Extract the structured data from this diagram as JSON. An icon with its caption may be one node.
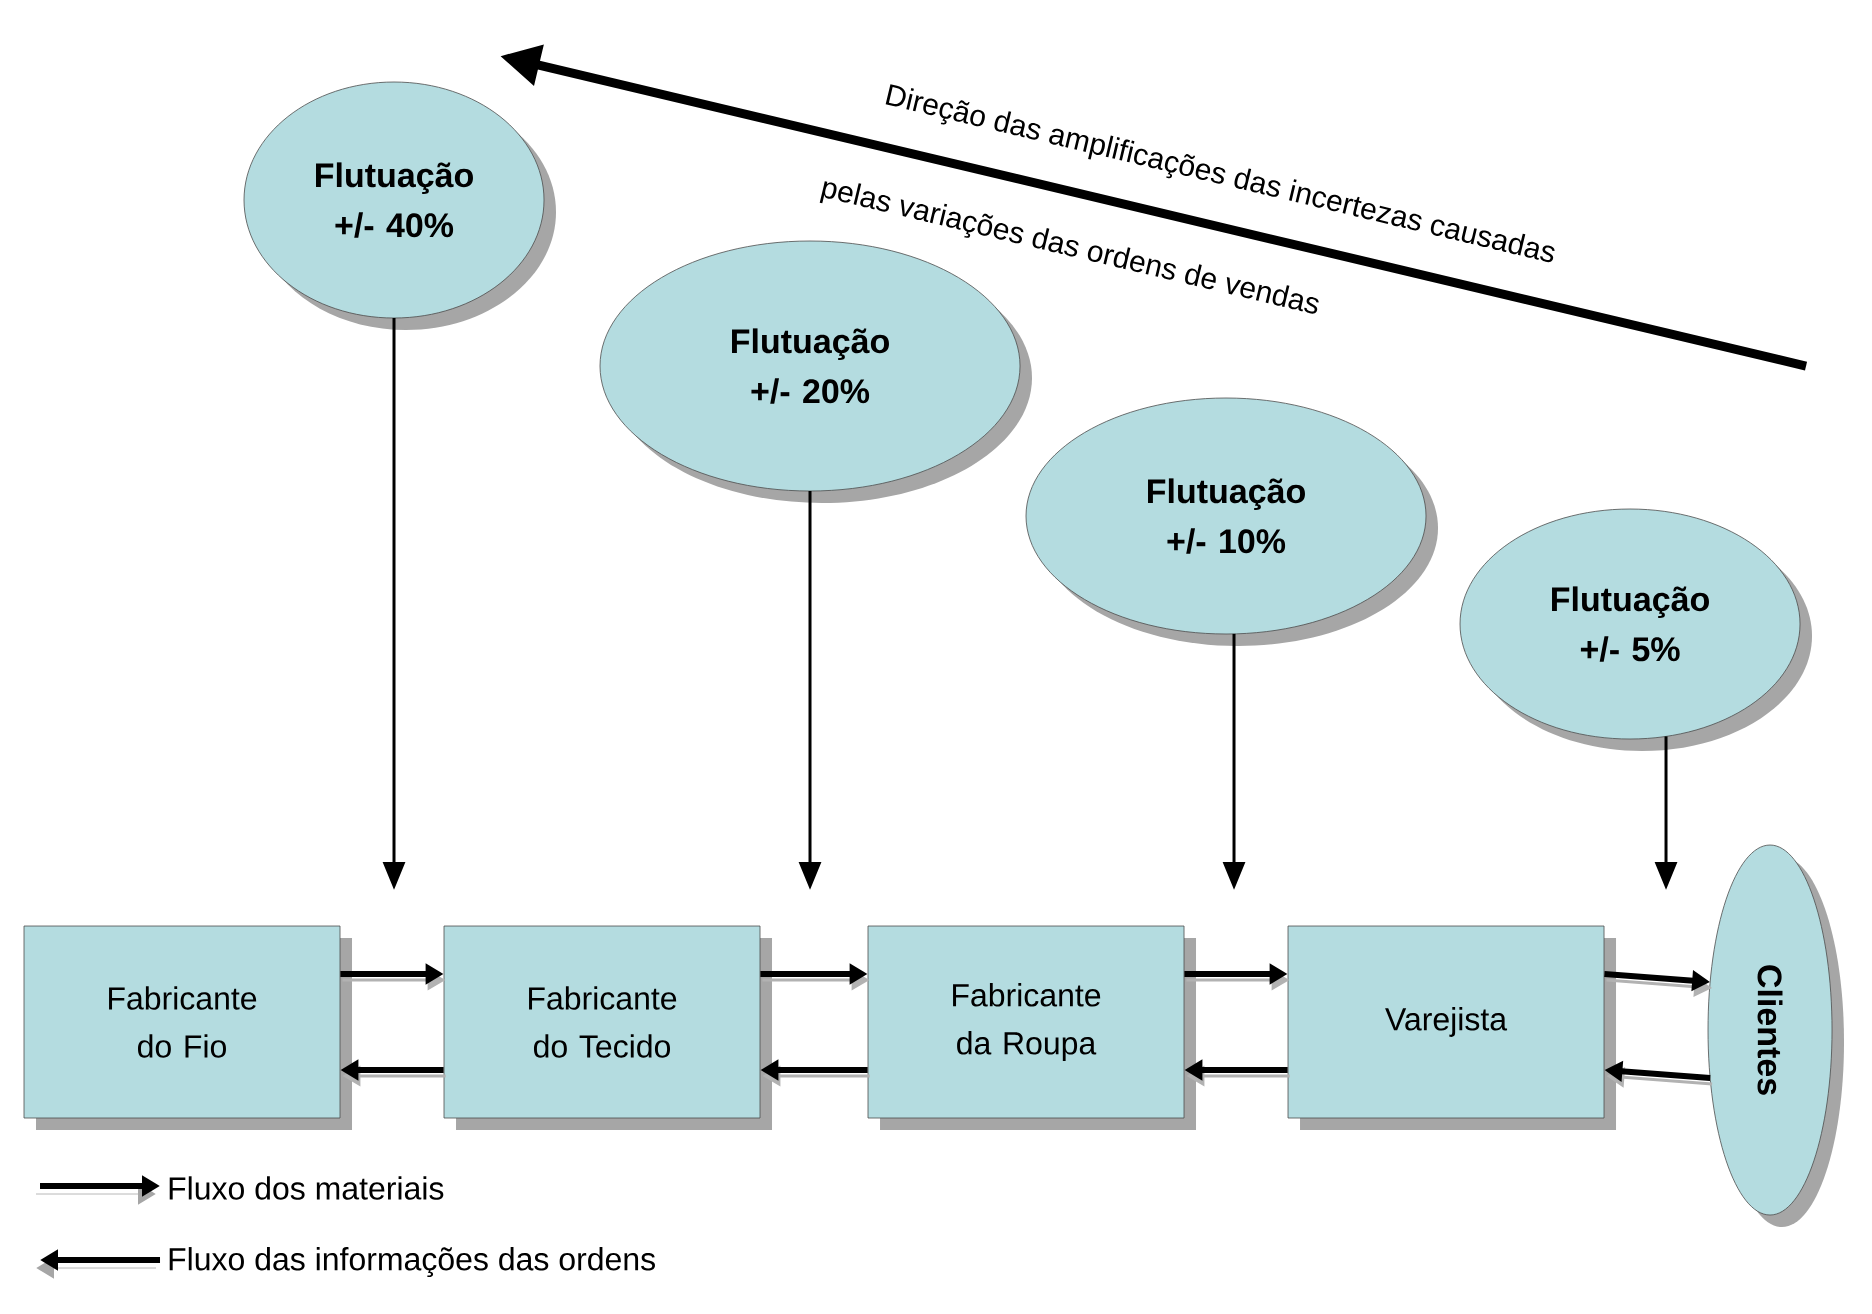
{
  "diagram": {
    "nodes": [
      {
        "text": [
          "Flutuação +/- 40%"
        ]
      },
      {
        "text": [
          "Flutuação +/- 20%"
        ]
      },
      {
        "text": [
          "Flutuação +/- 10%"
        ]
      },
      {
        "text": [
          "Flutuação +/- 5%"
        ]
      },
      {
        "text": [
          "Fabricante do Fio"
        ]
      },
      {
        "text": [
          "Fabricante do Tecido"
        ]
      },
      {
        "text": [
          "Fabricante da Roupa"
        ]
      },
      {
        "text": [
          "Varejista"
        ]
      },
      {
        "text": [
          "Clientes"
        ]
      }
    ],
    "edges": [
      {
        "from": 0,
        "to": null,
        "arrow": "to"
      },
      {
        "from": 1,
        "to": null,
        "arrow": "to"
      },
      {
        "from": 2,
        "to": null,
        "arrow": "to"
      },
      {
        "from": 3,
        "to": null,
        "arrow": "to"
      },
      {
        "from": 4,
        "to": 5,
        "arrow": "to"
      },
      {
        "from": 5,
        "to": 6,
        "arrow": "to"
      },
      {
        "from": 6,
        "to": 7,
        "arrow": "to"
      },
      {
        "from": 7,
        "to": 8,
        "arrow": "to"
      },
      {
        "from": 5,
        "to": 4,
        "arrow": "to"
      },
      {
        "from": 6,
        "to": 5,
        "arrow": "to"
      },
      {
        "from": 7,
        "to": 6,
        "arrow": "to"
      },
      {
        "from": 8,
        "to": 7,
        "arrow": "to"
      }
    ],
    "labels": [
      "Direção das amplificações das incertezas causadas",
      "pelas variações das ordens de vendas"
    ],
    "legend": [
      {
        "text": "Fluxo dos materiais"
      },
      {
        "text": "Fluxo das informações das ordens"
      }
    ]
  }
}
